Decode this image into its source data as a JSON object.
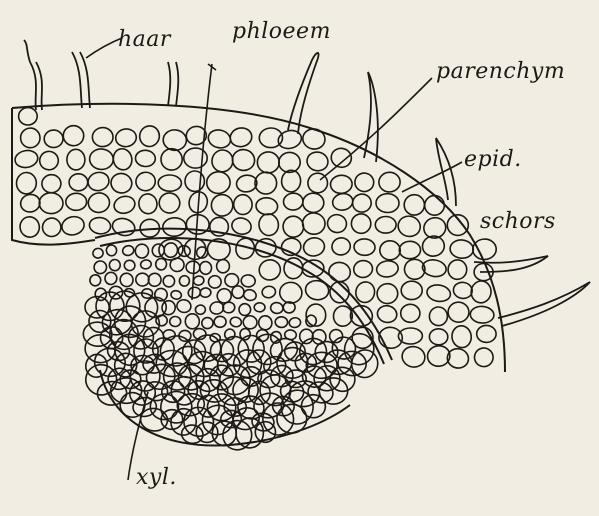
{
  "figure": {
    "labels": {
      "haar": "haar",
      "phloeem": "phloeem",
      "parenchym": "parenchym",
      "epid": "epid.",
      "schors": "schors",
      "xyl": "xyl."
    },
    "colors": {
      "paper": "#f1ede3",
      "ink": "#1c1a17"
    }
  }
}
